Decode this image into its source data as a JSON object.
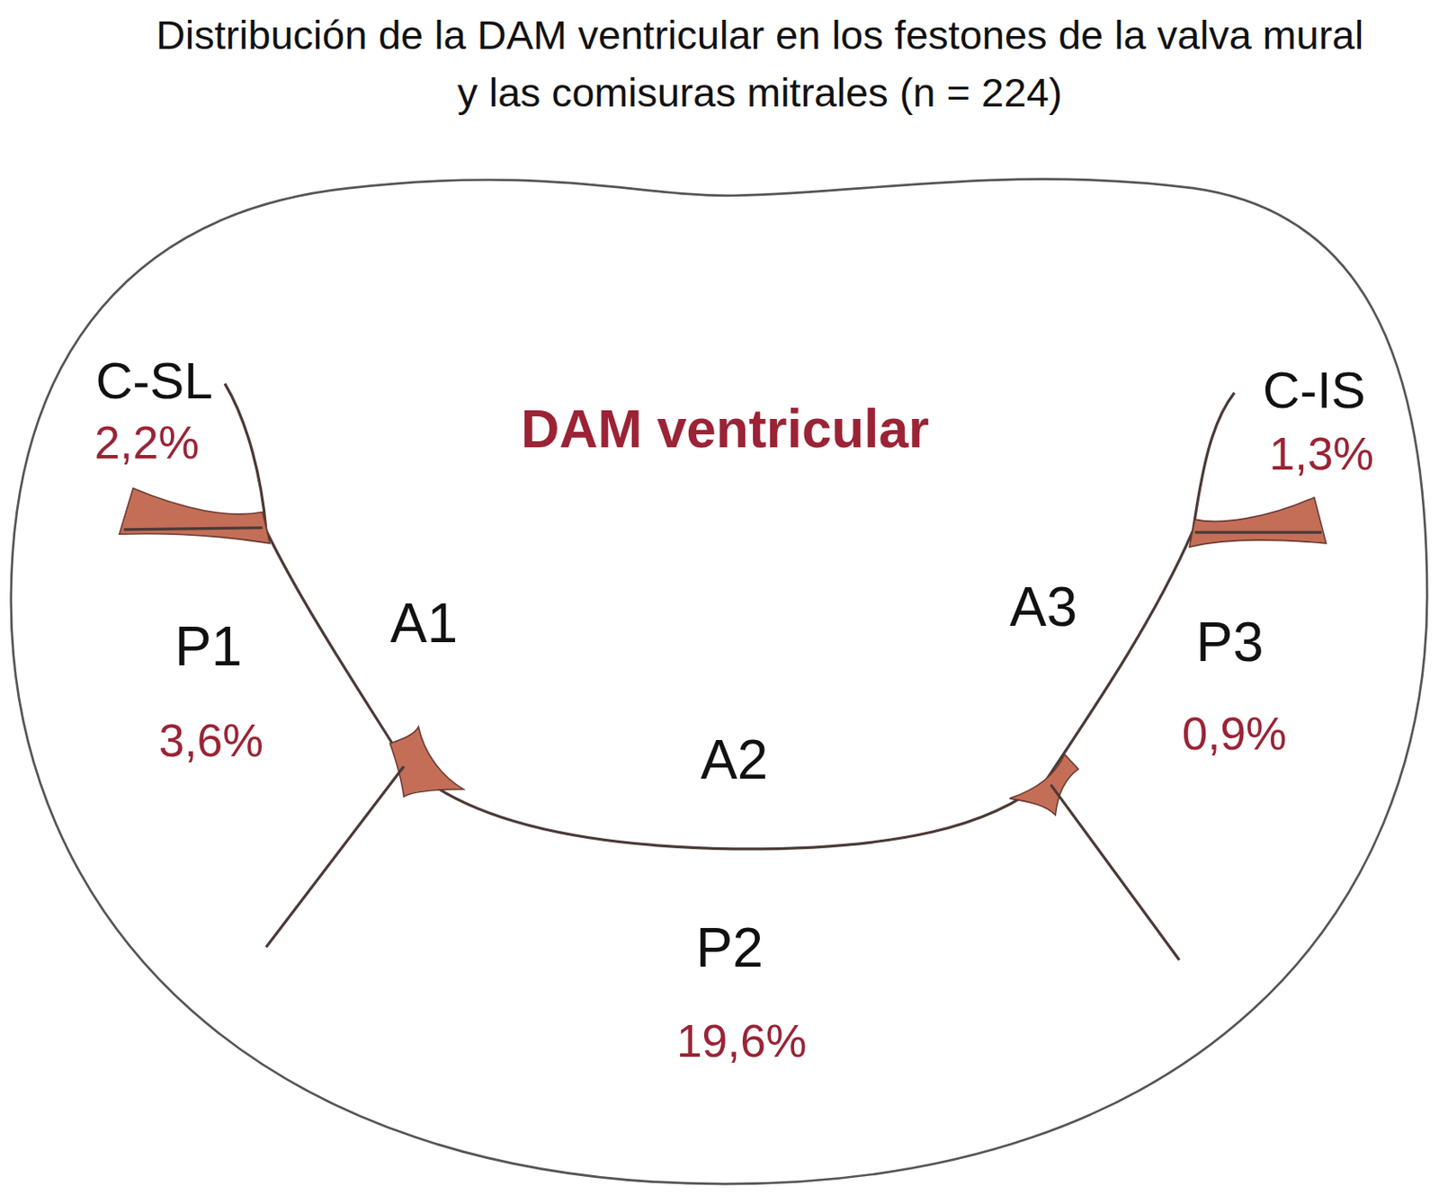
{
  "diagram": {
    "title": "Distribución de la DAM ventricular en los festones de la valva mural y las comisuras mitrales (n = 224)",
    "labels": [
      "C-SL",
      "2,2%",
      "DAM ventricular",
      "C-IS",
      "1,3%",
      "P1",
      "A1",
      "A3",
      "P3",
      "3,6%",
      "0,9%",
      "A2",
      "P2",
      "19,6%"
    ]
  }
}
